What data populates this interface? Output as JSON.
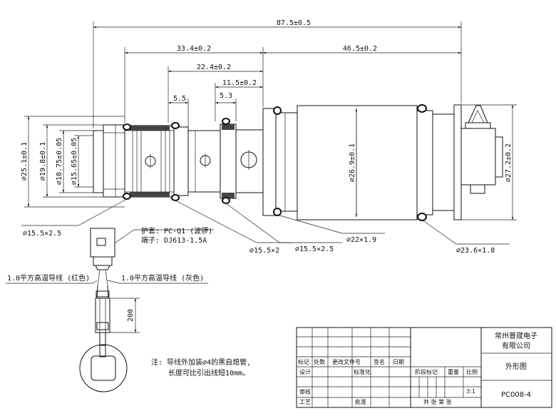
{
  "dimensions": {
    "overall_length": "87.5±0.5",
    "body_left": "33.4±0.2",
    "body_right": "46.5±0.2",
    "d_22_4": "22.4±0.2",
    "d_11_5": "11.5±0.2",
    "d_5_5": "5.5",
    "d_5_3": "5.3",
    "dia_25_1": "⌀25.1±0.1",
    "dia_19_8": "⌀19.8±0.1",
    "dia_18_75": "⌀18.75±0.05",
    "dia_15_65": "⌀15.65±0.05",
    "dia_26_9": "⌀26.9±0.1",
    "dia_27_2": "⌀27.2±0.2",
    "length_200": "200"
  },
  "callouts": {
    "oring_15_5x2_5_left": "⌀15.5×2.5",
    "oring_15_5x2": "⌀15.5×2",
    "oring_15_5x2_5_mid": "⌀15.5×2.5",
    "oring_22x1_9": "⌀22×1.9",
    "oring_23_6x1_8": "⌀23.6×1.8",
    "sleeve": "护套: PC-Q1 (波锣)",
    "terminal": "端子: DJ613-1.5A",
    "wire_red": "1.0平方高温导线 (红色)",
    "wire_gray": "1.0平方高温导线 (灰色)"
  },
  "note": {
    "line1": "注: 导线外加装⌀4的黑自熄管,",
    "line2": "长度可比引出线短10mm。"
  },
  "title_block": {
    "company_line1": "常州普宬电子",
    "company_line2": "有限公司",
    "drawing_name": "外形图",
    "drawing_number": "PC008-4",
    "scale": "3:1",
    "h_biaoji": "标记",
    "h_chushu": "处数",
    "h_gaiwen": "更改文件号",
    "h_qianming": "签名",
    "h_riqi": "日期",
    "h_sheji": "设计",
    "h_biaozhunhua": "标准化",
    "h_shenhe": "审核",
    "h_gongyi": "工艺",
    "h_pizhun": "批准",
    "h_jieduan": "阶段标记",
    "h_zhongliang": "重量",
    "h_bili": "比例",
    "h_sheets": "共  张  第  张"
  }
}
